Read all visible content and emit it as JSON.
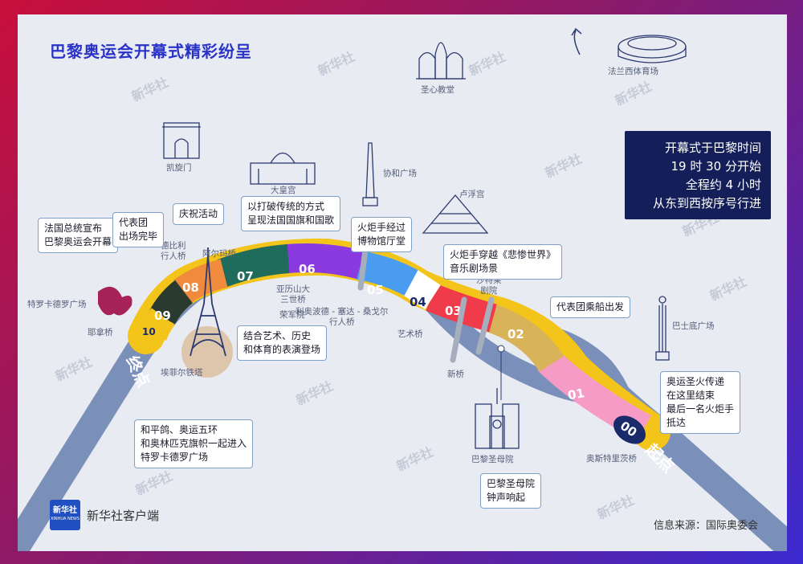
{
  "title": "巴黎奥运会开幕式精彩纷呈",
  "info_box": [
    "开幕式于巴黎时间",
    "19 时 30 分开始",
    "全程约 4 小时",
    "从东到西按序号行进"
  ],
  "segments": [
    "00",
    "01",
    "02",
    "03",
    "04",
    "05",
    "06",
    "07",
    "08",
    "09",
    "10"
  ],
  "start_label": "起点",
  "end_label": "终点",
  "landmarks": {
    "sacre_coeur": "圣心教堂",
    "stade": "法兰西体育场",
    "arc": "凯旋门",
    "grand_palais": "大皇宫",
    "concorde": "协和广场",
    "louvre": "卢浮宫",
    "bastille": "巴士底广场",
    "notre_dame": "巴黎圣母院",
    "trocadero": "特罗卡德罗广场",
    "eiffel": "埃菲尔铁塔"
  },
  "bridges": {
    "iena": "耶拿桥",
    "debilly": [
      "德比利",
      "行人桥"
    ],
    "alma": "阿尔玛桥",
    "alexandre": [
      "亚历山大",
      "三世桥"
    ],
    "invalides": "荣军院",
    "leopold": [
      "利奥波德 - 塞达 - 桑戈尔",
      "行人桥"
    ],
    "arts": "艺术桥",
    "pont_neuf": "新桥",
    "chatelet": [
      "沙特莱",
      "剧院"
    ],
    "austerlitz": "奥斯特里茨桥"
  },
  "callouts": {
    "president": [
      "法国总统宣布",
      "巴黎奥运会开幕"
    ],
    "delegations_end": [
      "代表团",
      "出场完毕"
    ],
    "celebration": [
      "庆祝活动"
    ],
    "flag_anthem": [
      "以打破传统的方式",
      "呈现法国国旗和国歌"
    ],
    "museum": [
      "火炬手经过",
      "博物馆厅堂"
    ],
    "miserables": [
      "火炬手穿越《悲惨世界》",
      "音乐剧场景"
    ],
    "boats": [
      "代表团乘船出发"
    ],
    "torch_end": [
      "奥运圣火传递",
      "在这里结束",
      "最后一名火炬手",
      "抵达"
    ],
    "art_history": [
      "结合艺术、历史",
      "和体育的表演登场"
    ],
    "peace": [
      "和平鸽、奥运五环",
      "和奥林匹克旗帜一起进入",
      "特罗卡德罗广场"
    ],
    "bells": [
      "巴黎圣母院",
      "钟声响起"
    ]
  },
  "brand": "新华社客户端",
  "logo_text": [
    "新华社",
    "XINHUA NEWS"
  ],
  "source": "信息来源：国际奥委会",
  "watermark": "新华社",
  "colors": {
    "title": "#2a33c8",
    "route_border": "#f3c41a",
    "river": "#6f86b3",
    "seg00": "#1a2a6a",
    "seg01": "#f59bc5",
    "seg02": "#d8b35a",
    "seg03": "#ef3b4a",
    "seg04": "#ffffff",
    "seg05": "#4a9cf0",
    "seg06": "#8a3ae0",
    "seg07": "#1f6b5c",
    "seg08": "#f08a3c",
    "seg09": "#2b3a2e",
    "seg10": "#f3c41a"
  }
}
